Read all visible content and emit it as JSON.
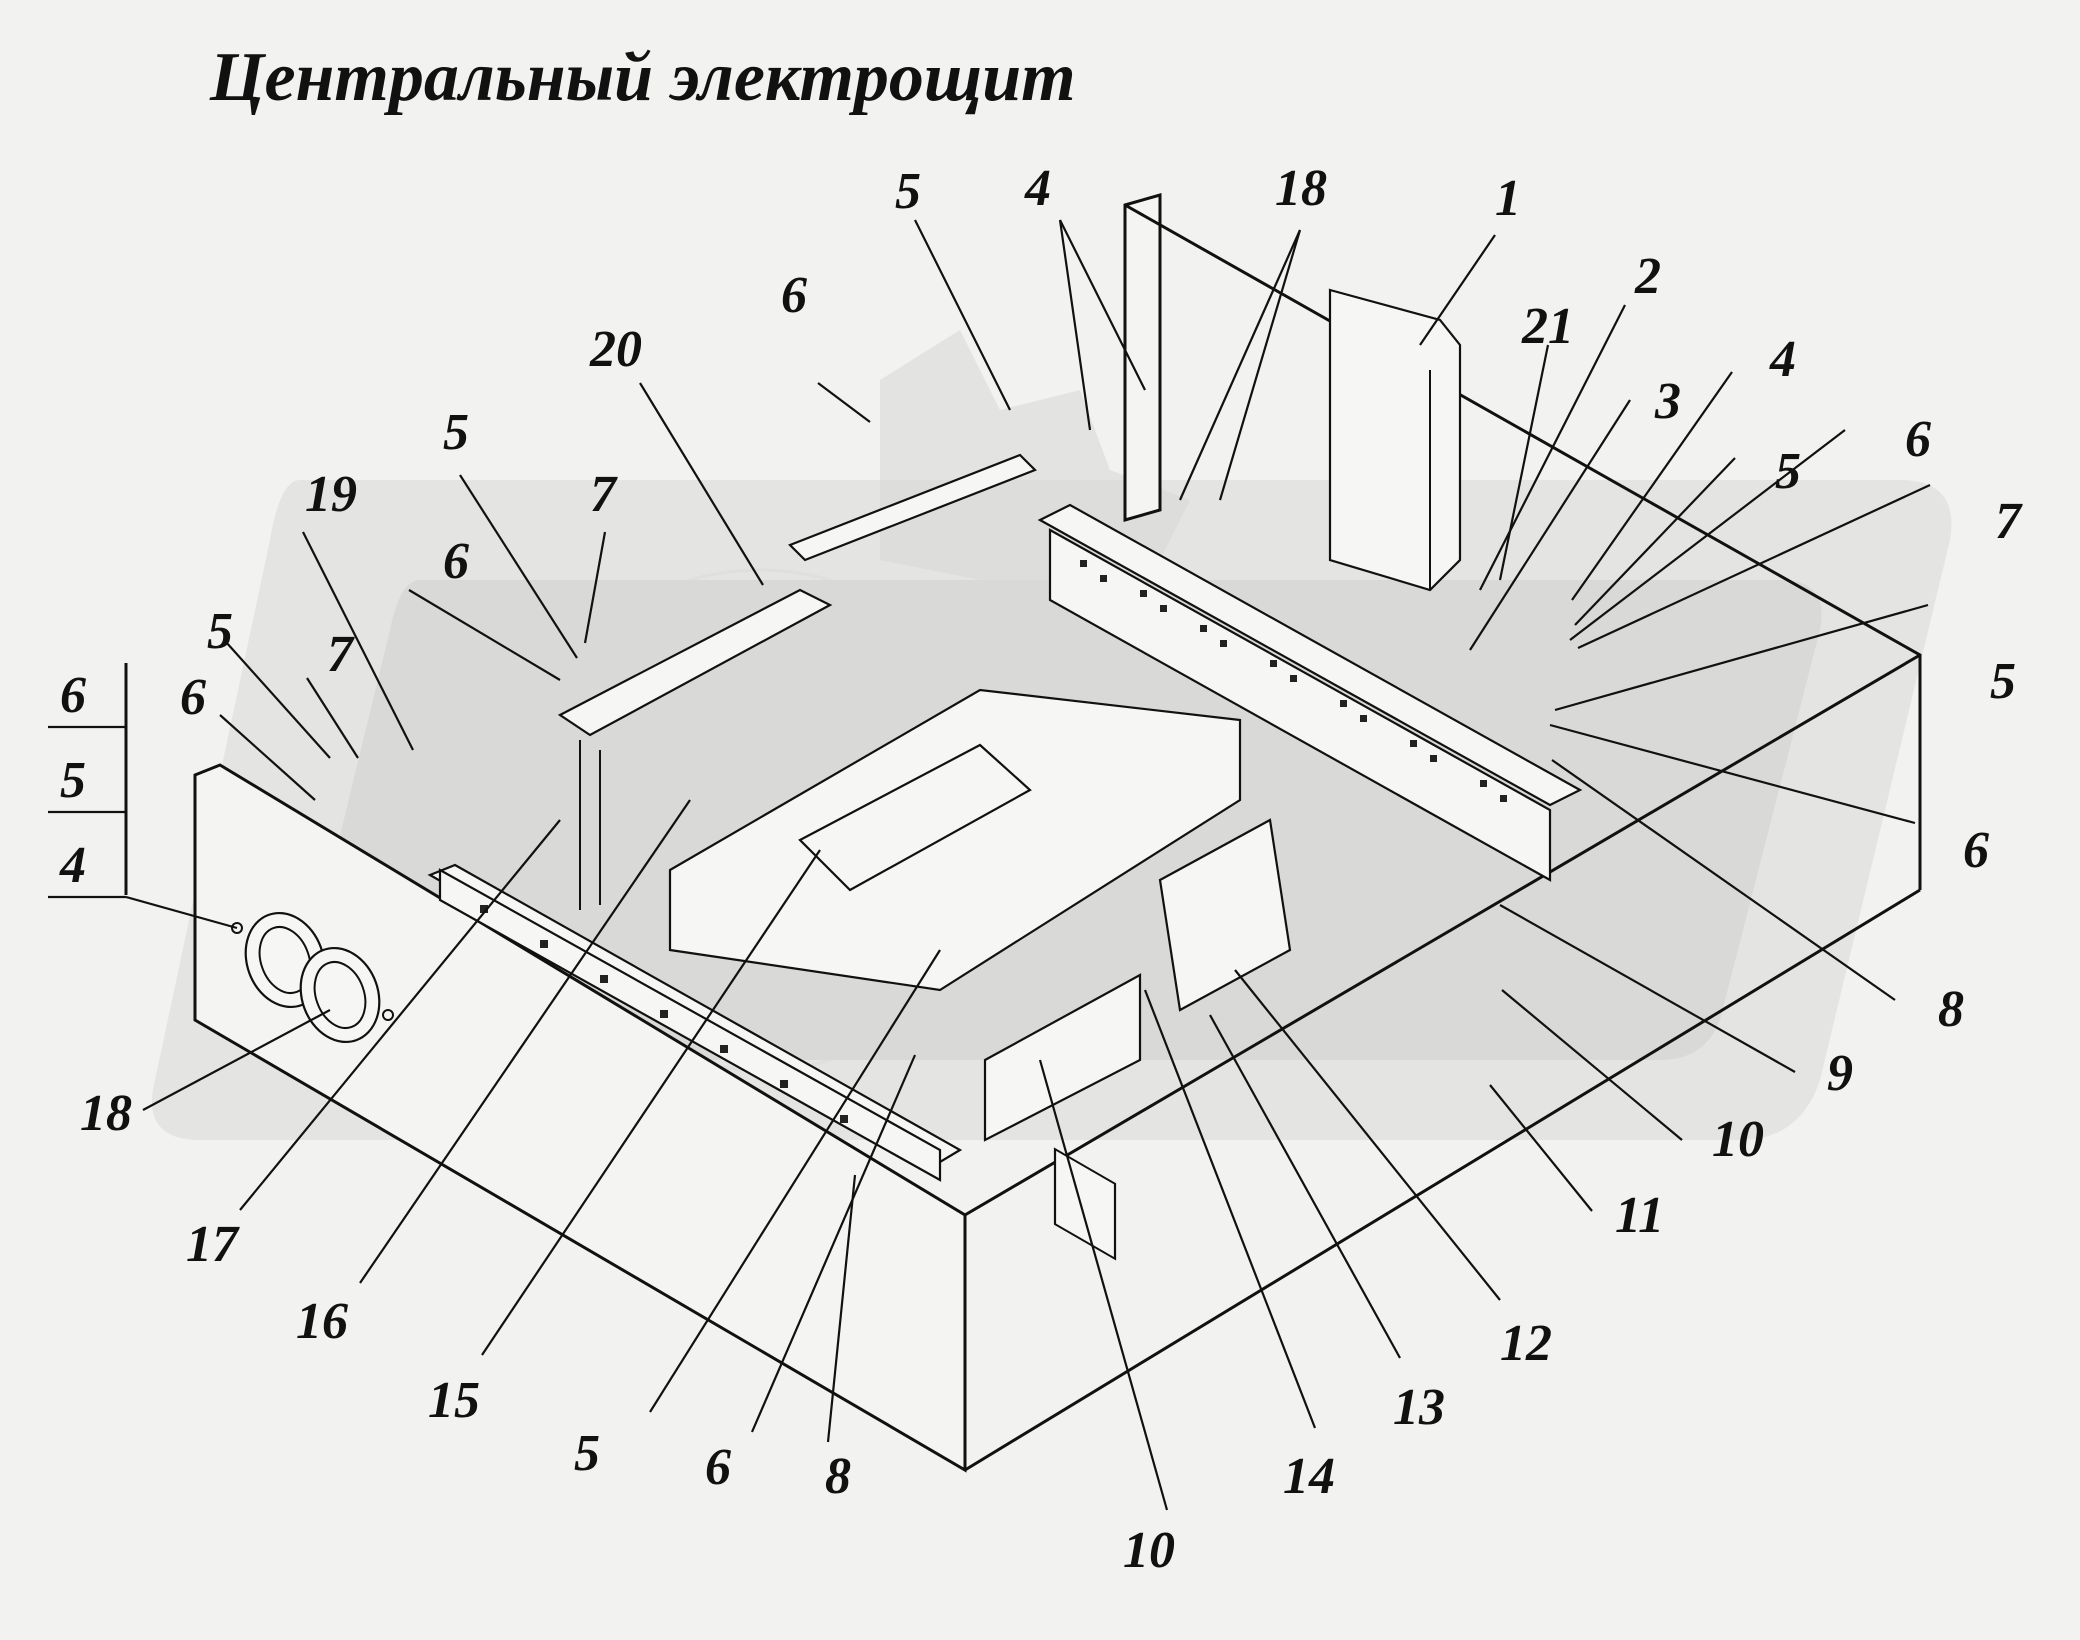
{
  "title": "Центральный электрощит",
  "legend_stack": {
    "items": [
      "6",
      "5",
      "4"
    ]
  },
  "callouts": [
    {
      "id": "c-5-top",
      "label": "5"
    },
    {
      "id": "c-4-top",
      "label": "4"
    },
    {
      "id": "c-18-top",
      "label": "18"
    },
    {
      "id": "c-1",
      "label": "1"
    },
    {
      "id": "c-2",
      "label": "2"
    },
    {
      "id": "c-21",
      "label": "21"
    },
    {
      "id": "c-3",
      "label": "3"
    },
    {
      "id": "c-4-right",
      "label": "4"
    },
    {
      "id": "c-5-right",
      "label": "5"
    },
    {
      "id": "c-6-right",
      "label": "6"
    },
    {
      "id": "c-7-right",
      "label": "7"
    },
    {
      "id": "c-5-right-lower",
      "label": "5"
    },
    {
      "id": "c-6-right-lower",
      "label": "6"
    },
    {
      "id": "c-8-right",
      "label": "8"
    },
    {
      "id": "c-9",
      "label": "9"
    },
    {
      "id": "c-10-right",
      "label": "10"
    },
    {
      "id": "c-11",
      "label": "11"
    },
    {
      "id": "c-12",
      "label": "12"
    },
    {
      "id": "c-13",
      "label": "13"
    },
    {
      "id": "c-14",
      "label": "14"
    },
    {
      "id": "c-10-bottom",
      "label": "10"
    },
    {
      "id": "c-8-bottom",
      "label": "8"
    },
    {
      "id": "c-6-bottom",
      "label": "6"
    },
    {
      "id": "c-5-bottom",
      "label": "5"
    },
    {
      "id": "c-15",
      "label": "15"
    },
    {
      "id": "c-16",
      "label": "16"
    },
    {
      "id": "c-17",
      "label": "17"
    },
    {
      "id": "c-18-left",
      "label": "18"
    },
    {
      "id": "c-6-top-mid",
      "label": "6"
    },
    {
      "id": "c-20",
      "label": "20"
    },
    {
      "id": "c-5-mid",
      "label": "5"
    },
    {
      "id": "c-7-mid",
      "label": "7"
    },
    {
      "id": "c-19",
      "label": "19"
    },
    {
      "id": "c-6-mid",
      "label": "6"
    },
    {
      "id": "c-5-left",
      "label": "5"
    },
    {
      "id": "c-7-left",
      "label": "7"
    },
    {
      "id": "c-6-left",
      "label": "6"
    }
  ],
  "colors": {
    "background": "#f2f2f0",
    "ink": "#111111",
    "watermark": "#d9d9d7"
  }
}
